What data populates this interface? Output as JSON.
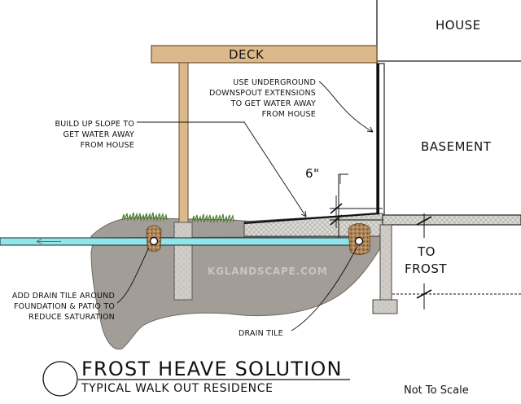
{
  "labels": {
    "house": "HOUSE",
    "deck": "DECK",
    "basement": "BASEMENT",
    "six_inch": "6\"",
    "to_frost_line1": "TO",
    "to_frost_line2": "FROST",
    "watermark": "KGLANDSCAPE.COM",
    "drain_tile": "DRAIN TILE"
  },
  "callouts": {
    "downspout": [
      "USE UNDERGROUND",
      "DOWNSPOUT EXTENSIONS",
      "TO GET WATER AWAY",
      "FROM HOUSE"
    ],
    "slope": [
      "BUILD UP SLOPE TO",
      "GET WATER AWAY",
      "FROM HOUSE"
    ],
    "foundation": [
      "ADD DRAIN TILE AROUND",
      "FOUNDATION & PATIO TO",
      "REDUCE SATURATION"
    ]
  },
  "footer": {
    "title": "FROST HEAVE SOLUTION",
    "subtitle": "TYPICAL WALK OUT RESIDENCE",
    "scale_note": "Not To Scale"
  },
  "colors": {
    "soil": "#a29d96",
    "wood": "#dcb98a",
    "concrete": "#cdcac6",
    "pipe": "#8fe6ea",
    "grass": "#5b8a3c"
  }
}
